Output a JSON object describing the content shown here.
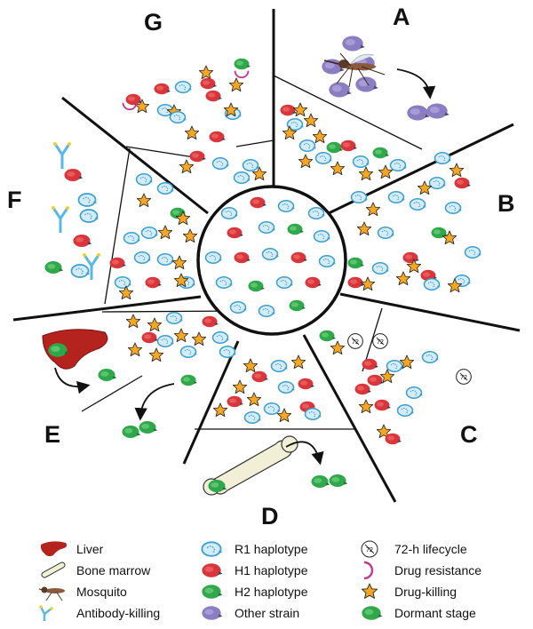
{
  "sectors": [
    {
      "id": "A",
      "label": "A"
    },
    {
      "id": "B",
      "label": "B"
    },
    {
      "id": "C",
      "label": "C"
    },
    {
      "id": "D",
      "label": "D"
    },
    {
      "id": "E",
      "label": "E"
    },
    {
      "id": "F",
      "label": "F"
    },
    {
      "id": "G",
      "label": "G"
    }
  ],
  "lifecycle_badge_text": "72",
  "legend": {
    "liver": "Liver",
    "bone_marrow": "Bone marrow",
    "mosquito": "Mosquito",
    "antibody": "Antibody-killing",
    "r1": "R1 haplotype",
    "h1": "H1 haplotype",
    "h2": "H2 haplotype",
    "other": "Other strain",
    "lifecycle": "72-h lifecycle",
    "resistance": "Drug resistance",
    "drug_killing": "Drug-killing",
    "dormant": "Dormant stage"
  },
  "colors": {
    "r1": "#d4ecf7",
    "r1_stroke": "#3d9fd0",
    "h1": "#d9363b",
    "h2": "#2ea84a",
    "other": "#8b7dc2",
    "star": "#f5a623",
    "resistance": "#c0398f",
    "liver": "#b5231f",
    "bone": "#f1f0d6",
    "antibody": "#5ab8e6",
    "antibody_tip": "#f3cf2b"
  },
  "icons": {
    "liver": "liver-icon",
    "bone_marrow": "bone-marrow-icon",
    "mosquito": "mosquito-icon",
    "antibody": "antibody-icon",
    "r1": "r1-parasite-icon",
    "h1": "h1-parasite-icon",
    "h2": "h2-parasite-icon",
    "other": "other-strain-icon",
    "lifecycle": "lifecycle-72h-icon",
    "resistance": "drug-resistance-icon",
    "drug_killing": "drug-killing-star-icon",
    "dormant": "dormant-stage-icon"
  }
}
